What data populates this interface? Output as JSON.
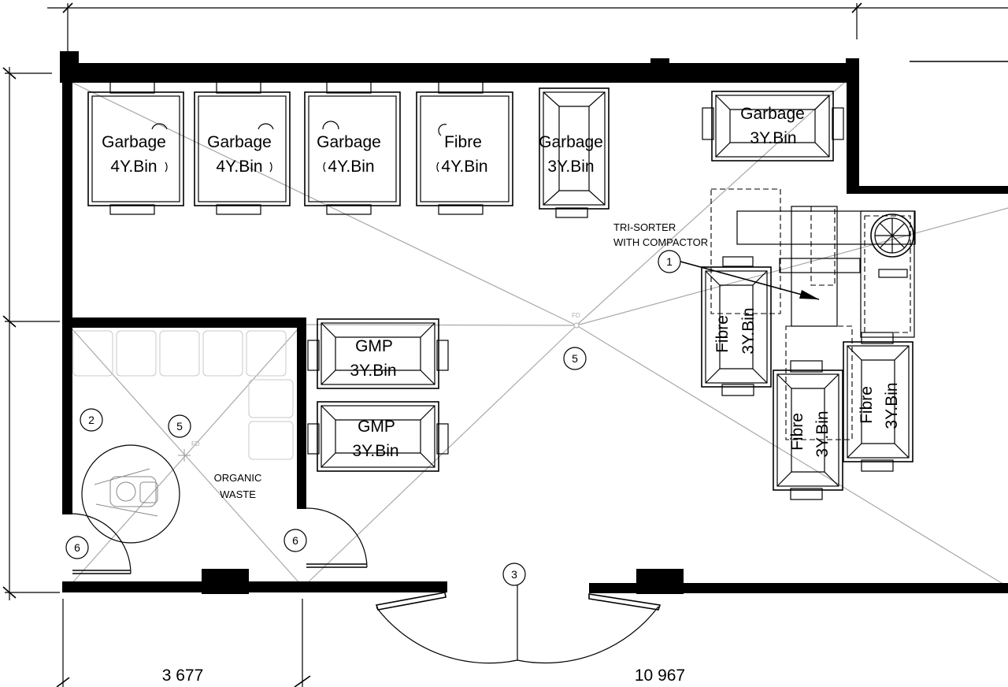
{
  "bins": {
    "garbage_4y_1": {
      "line1": "Garbage",
      "line2": "4Y.Bin"
    },
    "garbage_4y_2": {
      "line1": "Garbage",
      "line2": "4Y.Bin"
    },
    "garbage_4y_3": {
      "line1": "Garbage",
      "line2": "4Y.Bin"
    },
    "fibre_4y": {
      "line1": "Fibre",
      "line2": "4Y.Bin"
    },
    "garbage_3y_1": {
      "line1": "Garbage",
      "line2": "3Y.Bin"
    },
    "garbage_3y_2": {
      "line1": "Garbage",
      "line2": "3Y.Bin"
    },
    "gmp_1": {
      "line1": "GMP",
      "line2": "3Y.Bin"
    },
    "gmp_2": {
      "line1": "GMP",
      "line2": "3Y.Bin"
    },
    "fibre_3y_1": {
      "line1": "Fibre",
      "line2": "3Y.Bin"
    },
    "fibre_3y_2": {
      "line1": "Fibre",
      "line2": "3Y.Bin"
    },
    "fibre_3y_3": {
      "line1": "Fibre",
      "line2": "3Y.Bin"
    }
  },
  "equipment": {
    "line1": "TRI-SORTER",
    "line2": "WITH COMPACTOR"
  },
  "room": {
    "line1": "ORGANIC",
    "line2": "WASTE"
  },
  "tags": {
    "t1": "1",
    "t2": "2",
    "t3": "3",
    "t5a": "5",
    "t5b": "5",
    "t6a": "6",
    "t6b": "6"
  },
  "floor_drains": {
    "fd1": "FD",
    "fd2": "FD"
  },
  "dimensions": {
    "bottom_left": "3 677",
    "bottom_right": "10 967"
  }
}
